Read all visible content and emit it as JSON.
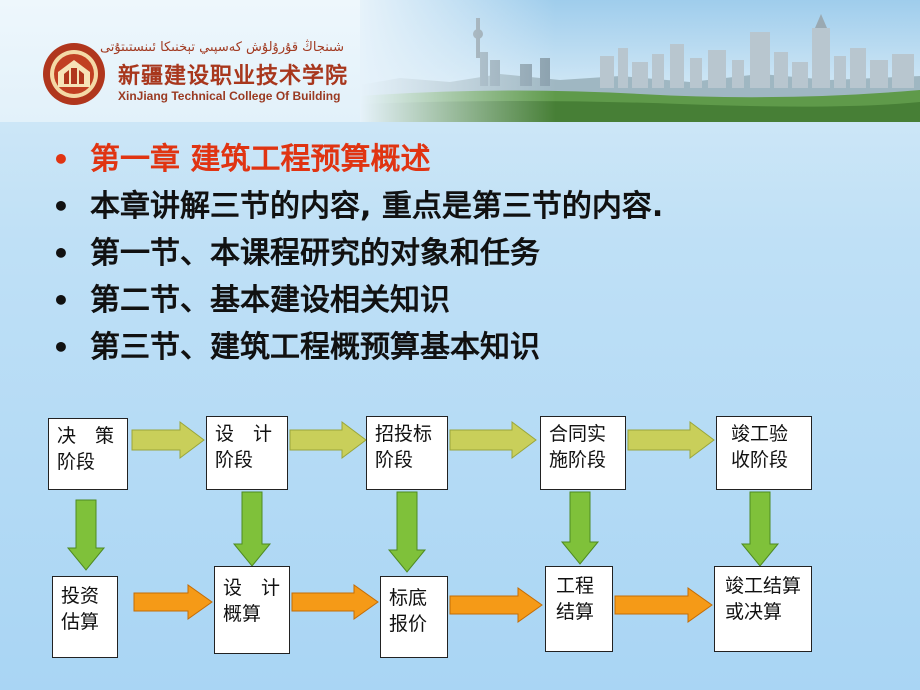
{
  "header": {
    "school_name_uyghur": "شىنجاڭ قۇرۇلۇش كەسپىي تېخنىكا ئىنستىتۇتى",
    "school_name_cn": "新疆建设职业技术学院",
    "school_name_en": "XinJiang Technical College Of Building"
  },
  "bullets": [
    "第一章  建筑工程预算概述",
    "本章讲解三节的内容, 重点是第三节的内容.",
    "第一节、本课程研究的对象和任务",
    "第二节、基本建设相关知识",
    "第三节、建筑工程概预算基本知识"
  ],
  "colors": {
    "title_red": "#e03412",
    "arrow_olive": "#c9cf5a",
    "arrow_green": "#7fc13a",
    "arrow_orange": "#f59a17",
    "logo_red": "#b0361d"
  },
  "flow": {
    "top_row": [
      {
        "line1": "决　策",
        "line2": "阶段"
      },
      {
        "line1": "设　计",
        "line2": "阶段"
      },
      {
        "line1": "招投标",
        "line2": "阶段"
      },
      {
        "line1": "合同实",
        "line2": "施阶段"
      },
      {
        "line1": "竣工验",
        "line2": "收阶段"
      }
    ],
    "bottom_row": [
      {
        "line1": "投资",
        "line2": "估算"
      },
      {
        "line1": "设　计",
        "line2": "概算"
      },
      {
        "line1": "标底",
        "line2": "报价"
      },
      {
        "line1": "工程",
        "line2": "结算"
      },
      {
        "line1": "竣工结算",
        "line2": "或决算"
      }
    ]
  }
}
